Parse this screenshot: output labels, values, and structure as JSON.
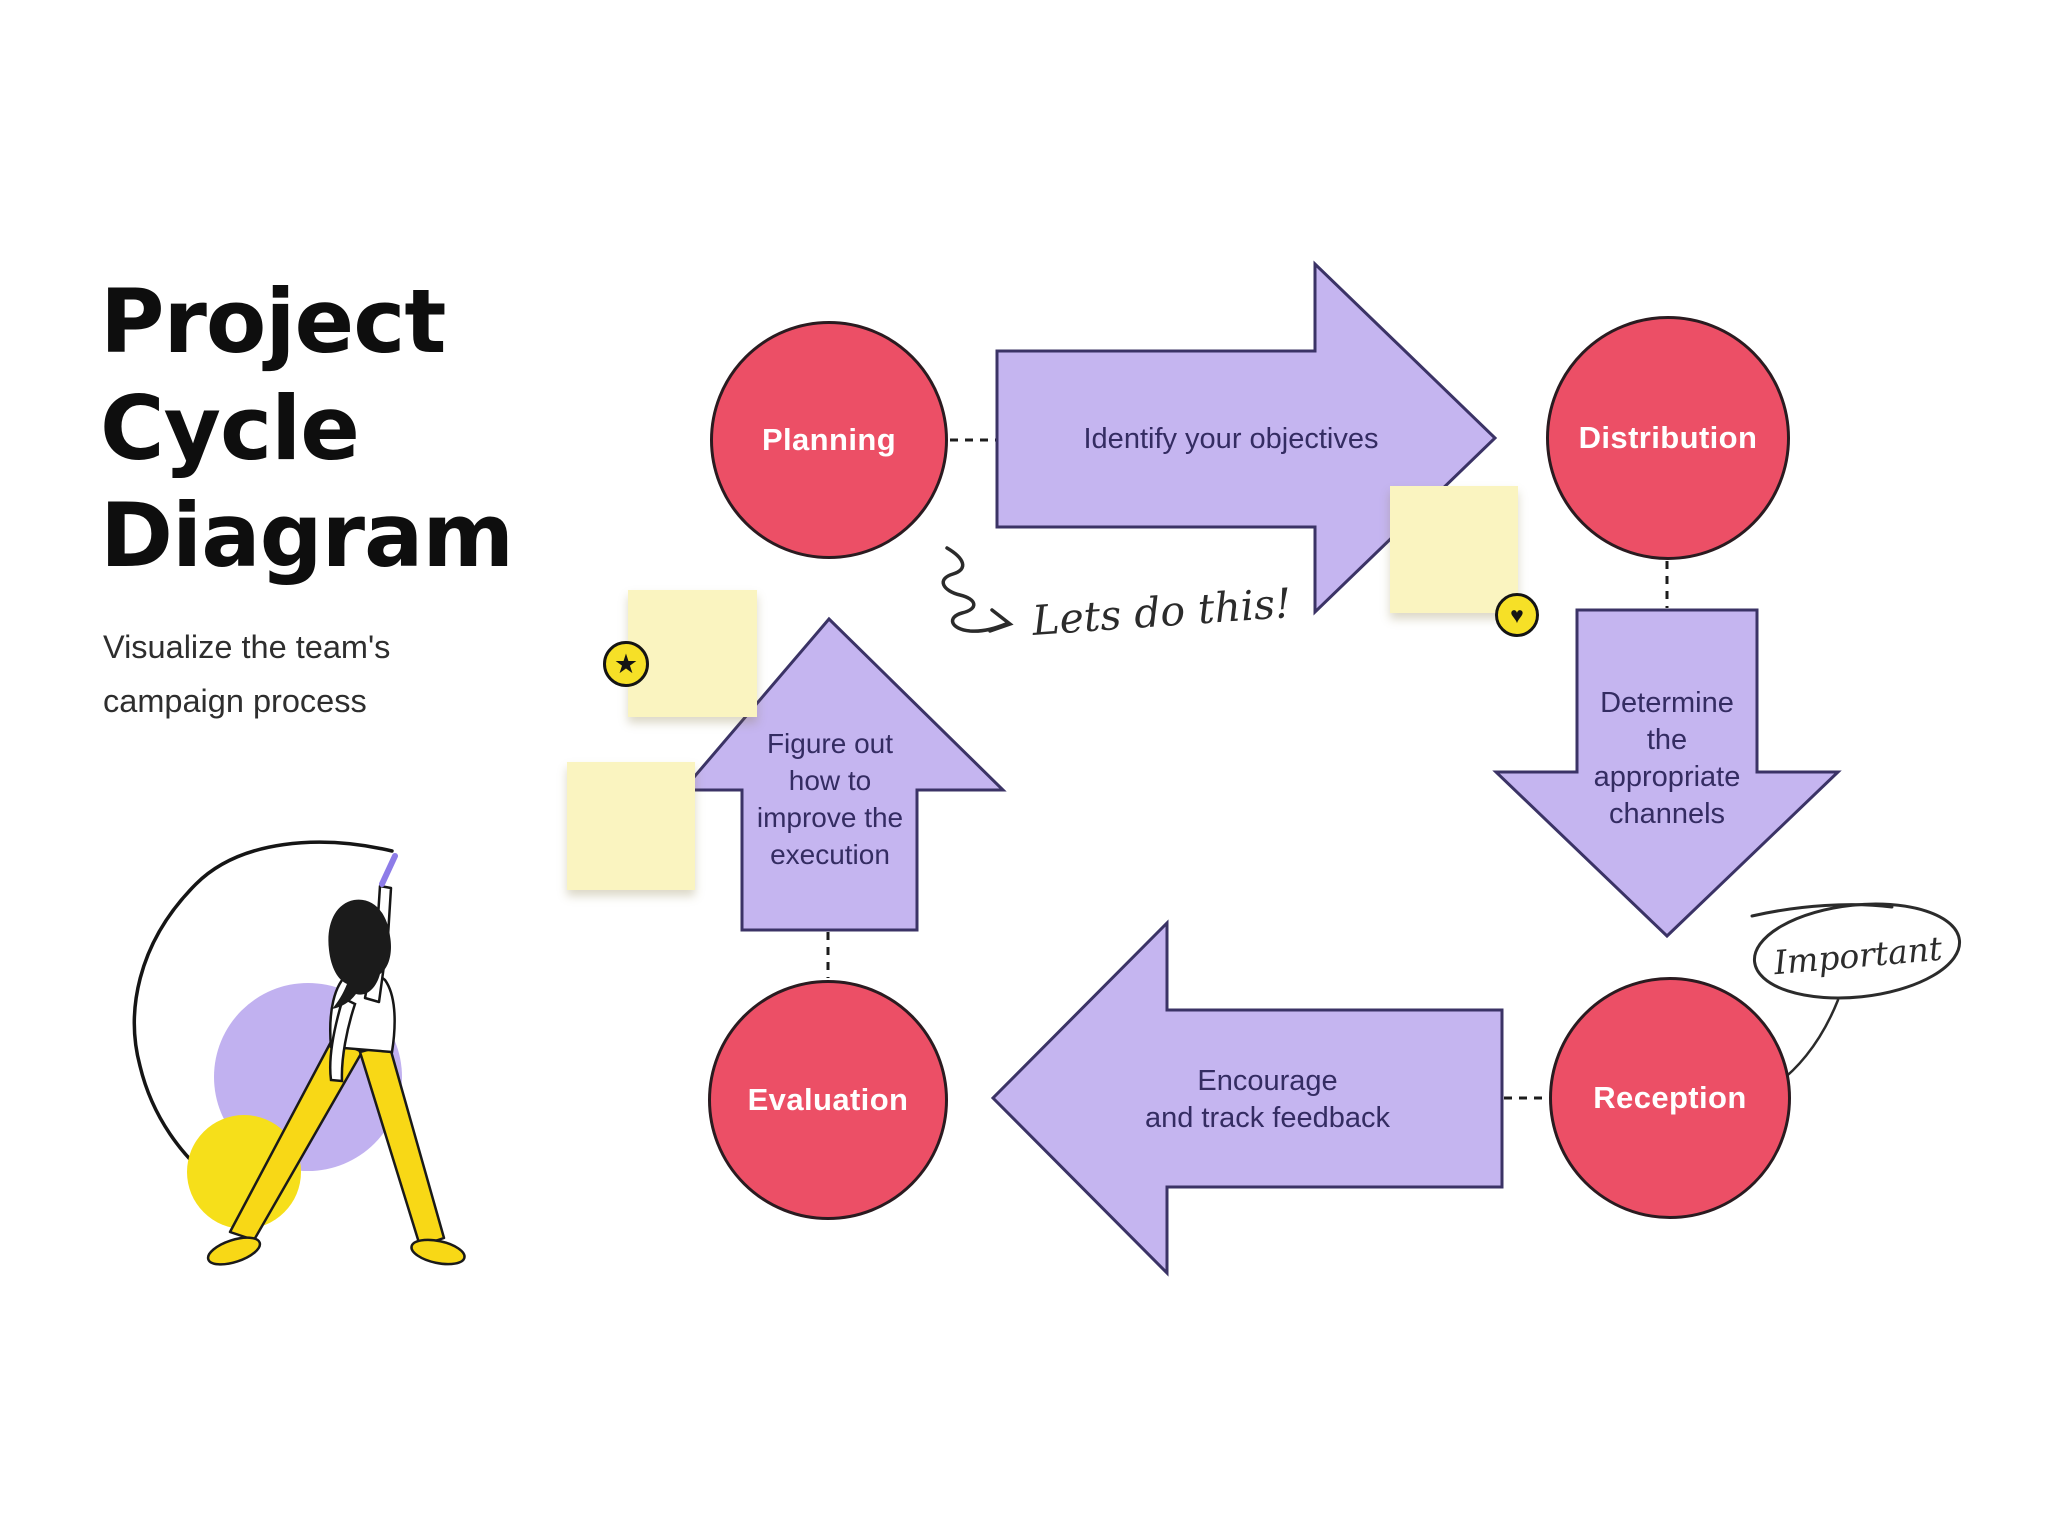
{
  "title": {
    "full": "Project Cycle Diagram",
    "lines": [
      "Project",
      "Cycle",
      "Diagram"
    ]
  },
  "subtitle": {
    "full": "Visualize the team's campaign process",
    "lines": [
      "Visualize the team's",
      "campaign process"
    ]
  },
  "nodes": [
    {
      "label": "Planning"
    },
    {
      "label": "Distribution"
    },
    {
      "label": "Reception"
    },
    {
      "label": "Evaluation"
    }
  ],
  "arrows": [
    {
      "direction": "right",
      "from": "Planning",
      "to": "Distribution",
      "label": "Identify your objectives",
      "lines": [
        "Identify your objectives"
      ]
    },
    {
      "direction": "down",
      "from": "Distribution",
      "to": "Reception",
      "label": "Determine the appropriate channels",
      "lines": [
        "Determine",
        "the",
        "appropriate",
        "channels"
      ]
    },
    {
      "direction": "left",
      "from": "Reception",
      "to": "Evaluation",
      "label": "Encourage and track feedback",
      "lines": [
        "Encourage",
        "and track feedback"
      ]
    },
    {
      "direction": "up",
      "from": "Evaluation",
      "to": "Planning",
      "label": "Figure out how to improve the execution",
      "lines": [
        "Figure out",
        "how to",
        "improve the",
        "execution"
      ]
    }
  ],
  "annotations": {
    "cheer": "Lets do this!",
    "important": "Important"
  },
  "badges": [
    {
      "icon": "star-icon",
      "glyph": "★"
    },
    {
      "icon": "heart-icon",
      "glyph": "♥"
    }
  ],
  "colors": {
    "node_fill": "#EC4F66",
    "node_border": "#2A1B20",
    "arrow_fill": "#C5B5F0",
    "arrow_border": "#3B3366",
    "arrow_text": "#342C62",
    "sticky_note": "#FAF4C0",
    "badge_yellow": "#F6E027",
    "ink": "#2B2B2B",
    "scribble_underline": "#6E2133",
    "illustration_purple": "#C1B1F0",
    "illustration_yellow": "#F6DF1A",
    "background": "#FFFFFF"
  }
}
